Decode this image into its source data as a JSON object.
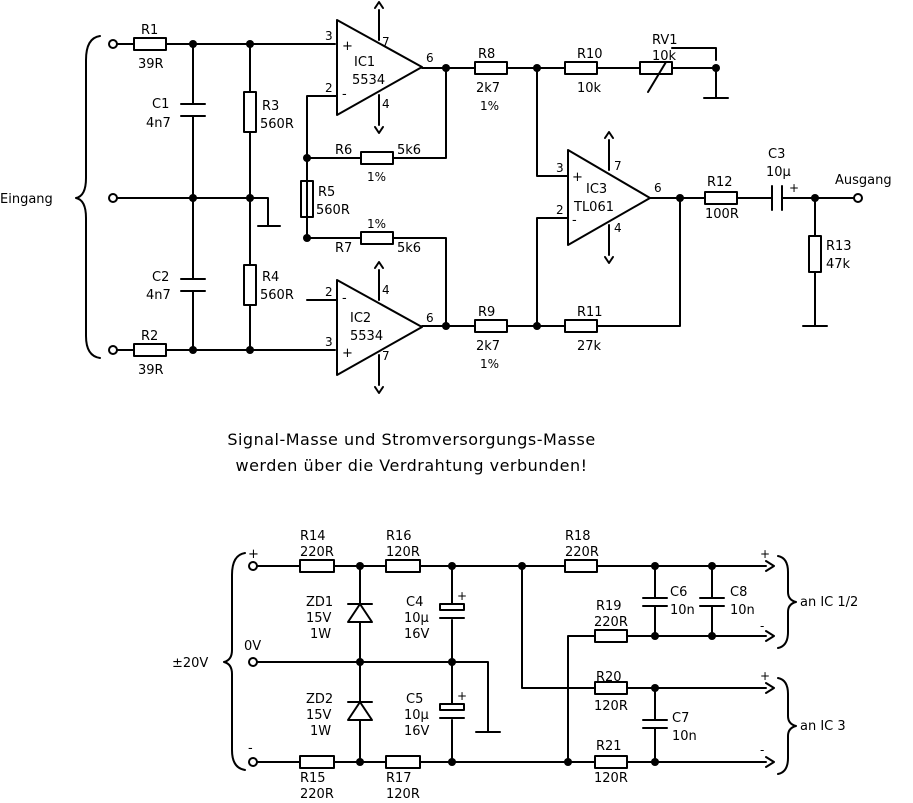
{
  "amp": {
    "input_label": "Eingang",
    "output_label": "Ausgang",
    "r1": {
      "name": "R1",
      "value": "39R"
    },
    "r2": {
      "name": "R2",
      "value": "39R"
    },
    "c1": {
      "name": "C1",
      "value": "4n7"
    },
    "c2": {
      "name": "C2",
      "value": "4n7"
    },
    "r3": {
      "name": "R3",
      "value": "560R"
    },
    "r4": {
      "name": "R4",
      "value": "560R"
    },
    "r5": {
      "name": "R5",
      "value": "560R"
    },
    "r6": {
      "name": "R6",
      "value": "5k6",
      "tol": "1%"
    },
    "r7": {
      "name": "R7",
      "value": "5k6",
      "tol": "1%"
    },
    "r8": {
      "name": "R8",
      "value": "2k7",
      "tol": "1%"
    },
    "r9": {
      "name": "R9",
      "value": "2k7",
      "tol": "1%"
    },
    "r10": {
      "name": "R10",
      "value": "10k"
    },
    "r11": {
      "name": "R11",
      "value": "27k"
    },
    "r12": {
      "name": "R12",
      "value": "100R"
    },
    "r13": {
      "name": "R13",
      "value": "47k"
    },
    "rv1": {
      "name": "RV1",
      "value": "10k"
    },
    "c3": {
      "name": "C3",
      "value": "10µ"
    },
    "ic1": {
      "name": "IC1",
      "type": "5534"
    },
    "ic2": {
      "name": "IC2",
      "type": "5534"
    },
    "ic3": {
      "name": "IC3",
      "type": "TL061"
    },
    "pins": {
      "p2": "2",
      "p3": "3",
      "p4": "4",
      "p6": "6",
      "p7": "7"
    },
    "plus": "+",
    "minus": "-"
  },
  "note": {
    "line1": "Signal-Masse und Stromversorgungs-Masse",
    "line2": "werden über die Verdrahtung verbunden!"
  },
  "psu": {
    "supply_label": "±20V",
    "zero_label": "0V",
    "r14": {
      "name": "R14",
      "value": "220R"
    },
    "r15": {
      "name": "R15",
      "value": "220R"
    },
    "r16": {
      "name": "R16",
      "value": "120R"
    },
    "r17": {
      "name": "R17",
      "value": "120R"
    },
    "r18": {
      "name": "R18",
      "value": "220R"
    },
    "r19": {
      "name": "R19",
      "value": "220R"
    },
    "r20": {
      "name": "R20",
      "value": "120R"
    },
    "r21": {
      "name": "R21",
      "value": "120R"
    },
    "zd1": {
      "name": "ZD1",
      "v": "15V",
      "w": "1W"
    },
    "zd2": {
      "name": "ZD2",
      "v": "15V",
      "w": "1W"
    },
    "c4": {
      "name": "C4",
      "v1": "10µ",
      "v2": "16V"
    },
    "c5": {
      "name": "C5",
      "v1": "10µ",
      "v2": "16V"
    },
    "c6": {
      "name": "C6",
      "value": "10n"
    },
    "c7": {
      "name": "C7",
      "value": "10n"
    },
    "c8": {
      "name": "C8",
      "value": "10n"
    },
    "to_ic12": "an IC 1/2",
    "to_ic3": "an IC 3",
    "plus": "+",
    "minus": "-"
  }
}
